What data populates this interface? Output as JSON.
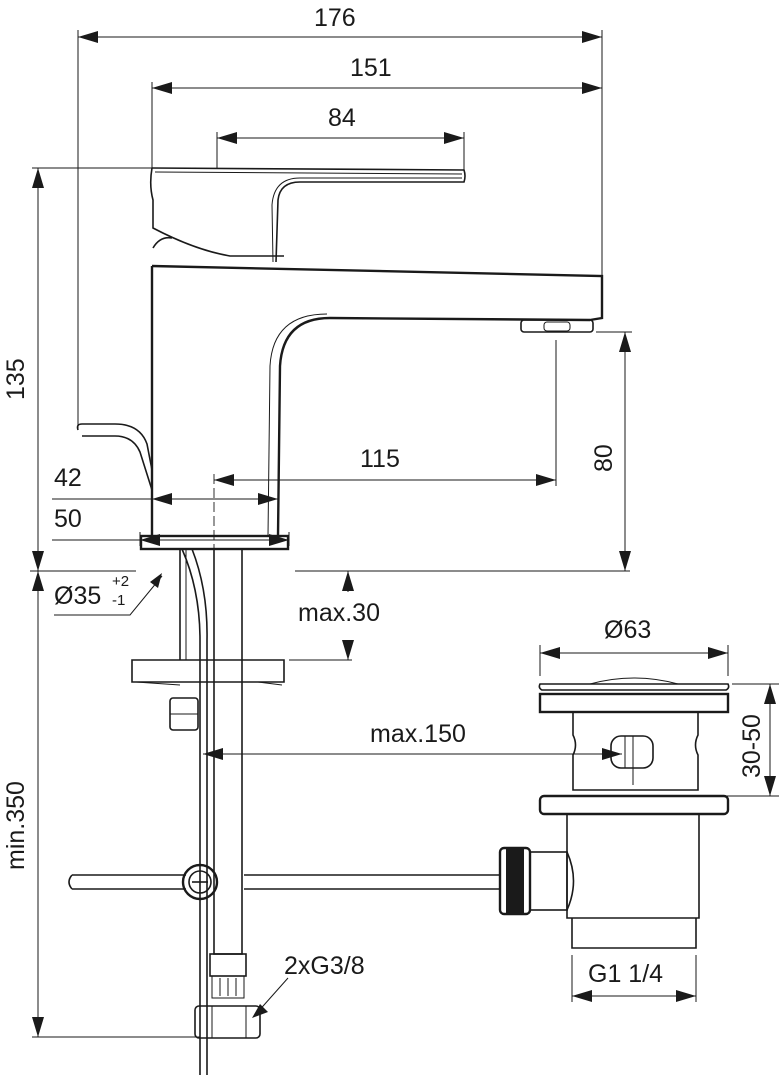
{
  "drawing": {
    "title": "Basin mixer with pop-up waste – dimension drawing",
    "units": "mm",
    "dimensions": {
      "total_length": "176",
      "spout_length": "151",
      "lever_length": "84",
      "total_height": "135",
      "spout_reach": "115",
      "outlet_height": "80",
      "body_width": "42",
      "base_width": "50",
      "hole_diameter": "Ø35",
      "hole_tol_upper": "+2",
      "hole_tol_lower": "-1",
      "max_deck_thickness": "max.30",
      "min_hose_length": "min.350",
      "max_rod_distance": "max.150",
      "waste_diameter": "Ø63",
      "waste_height_range": "30-50",
      "waste_thread": "G1 1/4",
      "supply_connections": "2xG3/8"
    },
    "colors": {
      "line": "#1a1a1a",
      "background": "#ffffff"
    }
  }
}
